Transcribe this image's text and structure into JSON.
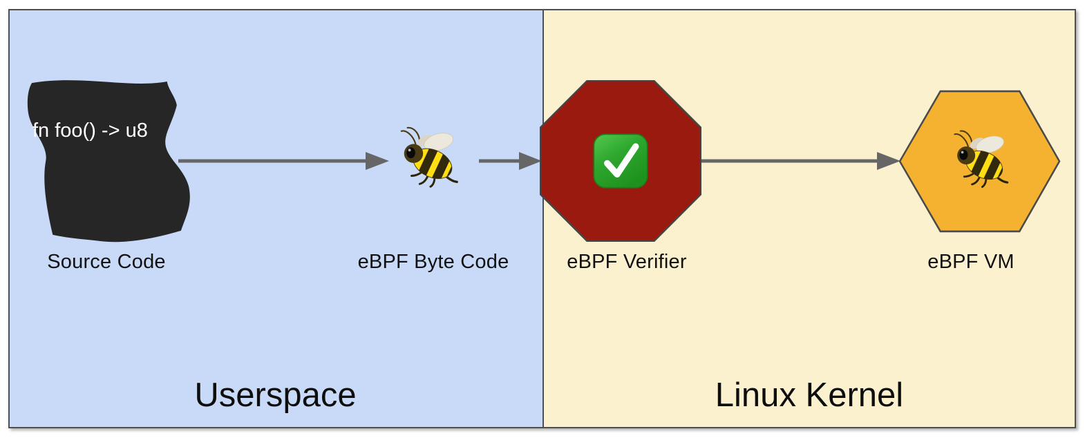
{
  "diagram": {
    "title_hint": "eBPF program flow from userspace to Linux kernel",
    "regions": {
      "userspace": {
        "label": "Userspace",
        "bg_color": "#C9DAF8"
      },
      "kernel": {
        "label": "Linux Kernel",
        "bg_color": "#FBF1CE"
      }
    },
    "nodes": {
      "source_code": {
        "label": "Source Code",
        "code_text": "fn foo() -> u8",
        "shape": "wavy-scroll-banner",
        "fill_color": "#262626",
        "text_color": "#ffffff"
      },
      "byte_code": {
        "label": "eBPF Byte Code",
        "icon": "bee-emoji"
      },
      "verifier": {
        "label": "eBPF Verifier",
        "shape": "stop-octagon",
        "fill_color": "#9A1A10",
        "icon": "check-mark-emoji",
        "check_green": "#2FA82F"
      },
      "vm": {
        "label": "eBPF VM",
        "shape": "hexagon",
        "fill_color": "#F5B231",
        "icon": "bee-emoji"
      }
    },
    "arrows": {
      "color": "#666666",
      "list": [
        {
          "from": "source_code",
          "to": "byte_code"
        },
        {
          "from": "byte_code",
          "to": "verifier"
        },
        {
          "from": "verifier",
          "to": "vm"
        }
      ]
    },
    "frame": {
      "border_color": "#4E4E4E"
    }
  }
}
